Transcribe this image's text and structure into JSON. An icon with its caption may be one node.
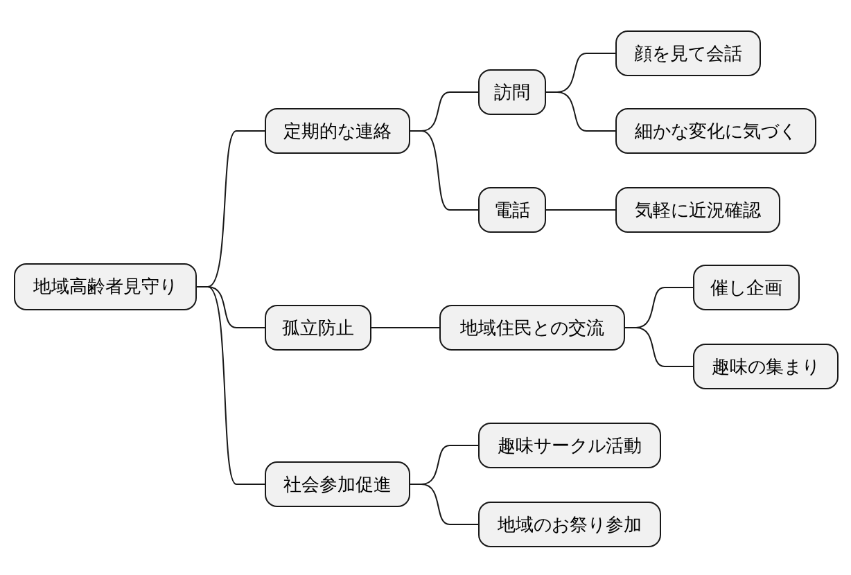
{
  "diagram": {
    "nodes": [
      {
        "text": [
          "地域高齢者見守り"
        ]
      },
      {
        "text": [
          "定期的な連絡"
        ]
      },
      {
        "text": [
          "訪問"
        ]
      },
      {
        "text": [
          "顔を見て会話"
        ]
      },
      {
        "text": [
          "細かな変化に気づく"
        ]
      },
      {
        "text": [
          "電話"
        ]
      },
      {
        "text": [
          "気軽に近況確認"
        ]
      },
      {
        "text": [
          "孤立防止"
        ]
      },
      {
        "text": [
          "地域住民との交流"
        ]
      },
      {
        "text": [
          "催し企画"
        ]
      },
      {
        "text": [
          "趣味の集まり"
        ]
      },
      {
        "text": [
          "社会参加促進"
        ]
      },
      {
        "text": [
          "趣味サークル活動"
        ]
      },
      {
        "text": [
          "地域のお祭り参加"
        ]
      }
    ],
    "edges": [
      {
        "from": 0,
        "to": 1,
        "arrow": "none"
      },
      {
        "from": 1,
        "to": 2,
        "arrow": "none"
      },
      {
        "from": 2,
        "to": 3,
        "arrow": "none"
      },
      {
        "from": 2,
        "to": 4,
        "arrow": "none"
      },
      {
        "from": 1,
        "to": 5,
        "arrow": "none"
      },
      {
        "from": 5,
        "to": 6,
        "arrow": "none"
      },
      {
        "from": 0,
        "to": 7,
        "arrow": "none"
      },
      {
        "from": 7,
        "to": 8,
        "arrow": "none"
      },
      {
        "from": 8,
        "to": 9,
        "arrow": "none"
      },
      {
        "from": 8,
        "to": 10,
        "arrow": "none"
      },
      {
        "from": 0,
        "to": 11,
        "arrow": "none"
      },
      {
        "from": 11,
        "to": 12,
        "arrow": "none"
      },
      {
        "from": 11,
        "to": 13,
        "arrow": "none"
      }
    ]
  }
}
